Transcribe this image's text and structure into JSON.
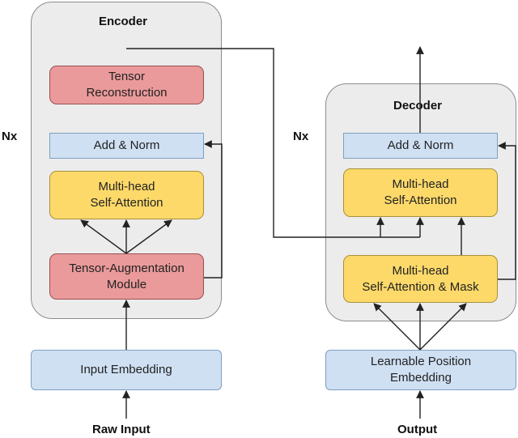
{
  "encoder": {
    "title": "Encoder",
    "repeat": "Nx",
    "tensor_reconstruction": "Tensor\nReconstruction",
    "add_norm": "Add & Norm",
    "self_attention": "Multi-head\nSelf-Attention",
    "augmentation": "Tensor-Augmentation\nModule",
    "input_embedding": "Input Embedding",
    "input_label": "Raw Input"
  },
  "decoder": {
    "title": "Decoder",
    "repeat": "Nx",
    "add_norm": "Add & Norm",
    "self_attention": "Multi-head\nSelf-Attention",
    "masked_attention": "Multi-head\nSelf-Attention & Mask",
    "position_embedding": "Learnable Position\nEmbedding",
    "output_label": "Output"
  },
  "colors": {
    "panel": "#ececec",
    "blue": "#cfe0f3",
    "red": "#ea9a9a",
    "yellow": "#fdd96a"
  }
}
